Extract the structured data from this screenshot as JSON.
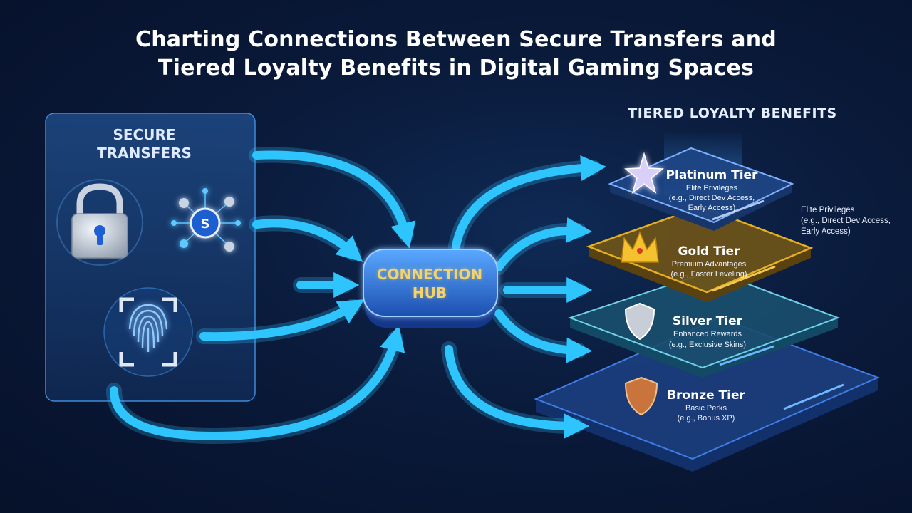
{
  "title": {
    "line1": "Charting Connections Between Secure Transfers and",
    "line2": "Tiered Loyalty Benefits in Digital Gaming Spaces"
  },
  "secure_panel": {
    "title_line1": "SECURE",
    "title_line2": "TRANSFERS",
    "icons": [
      "padlock-icon",
      "network-icon",
      "fingerprint-icon"
    ]
  },
  "hub": {
    "line1": "CONNECTION",
    "line2": "HUB"
  },
  "tiers_title": "TIERED LOYALTY BENEFITS",
  "tiers": [
    {
      "name": "Platinum Tier",
      "perk": "Elite Privileges",
      "example_line1": "(e.g., Direct Dev Access,",
      "example_line2": "Early Access)",
      "icon": "star-icon"
    },
    {
      "name": "Gold Tier",
      "perk": "Premium Advantages",
      "example_line1": "(e.g., Faster Leveling)",
      "icon": "crown-icon"
    },
    {
      "name": "Silver Tier",
      "perk": "Enhanced Rewards",
      "example_line1": "(e.g., Exclusive Skins)",
      "icon": "shield-icon"
    },
    {
      "name": "Bronze Tier",
      "perk": "Basic Perks",
      "example_line1": "(e.g., Bonus XP)",
      "icon": "shield-icon"
    }
  ],
  "side_note": {
    "line1": "Elite Privileges",
    "line2": "(e.g., Direct Dev Access,",
    "line3": "Early Access)"
  },
  "colors": {
    "background": "#0a1a3a",
    "arrow": "#2ec5ff",
    "platinum": "#7fb0ff",
    "gold": "#e8b020",
    "silver": "#6fd3e8",
    "bronze": "#3f7ee8",
    "hub_text": "#f3d36b"
  }
}
